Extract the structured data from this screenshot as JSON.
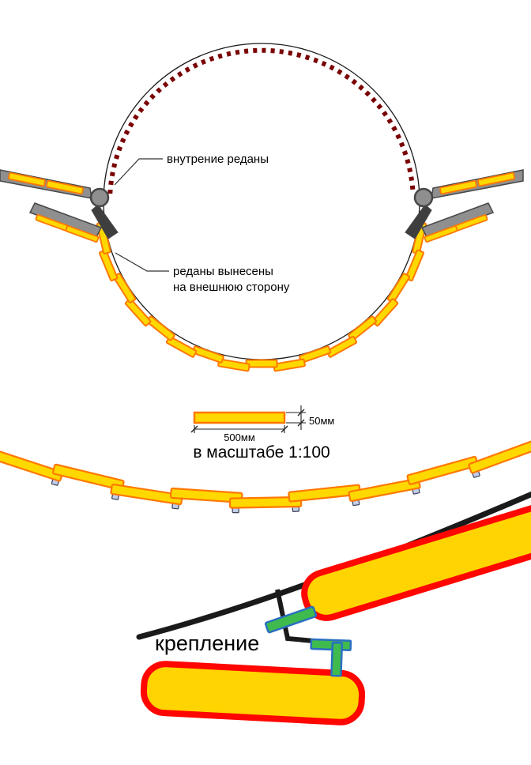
{
  "cross_section": {
    "label_inner": "внутрение реданы",
    "label_outer_line1": "реданы вынесены",
    "label_outer_line2": "на внешнюю сторону"
  },
  "scale_reference": {
    "width_dim": "500мм",
    "height_dim": "50мм",
    "caption": "в масштабе 1:100"
  },
  "detail": {
    "fastening_label": "крепление"
  },
  "colors": {
    "plate_fill": "#FFD800",
    "plate_stroke": "#FF7800",
    "inner_redan": "#7A0000",
    "hull_line": "#1A1A1A",
    "float_gray": "#8F8F8F",
    "float_gray_dark": "#474747",
    "float_connector": "#3E3E3E",
    "clip_fill": "#C2CDE9",
    "clip_stroke": "#3A3F55",
    "detail_plate_fill": "#FFD400",
    "detail_plate_stroke": "#FF0600",
    "fastener_fill": "#3FBB4E",
    "fastener_stroke": "#2A6FC0",
    "leader_line": "#333333",
    "dim_line": "#222222"
  }
}
